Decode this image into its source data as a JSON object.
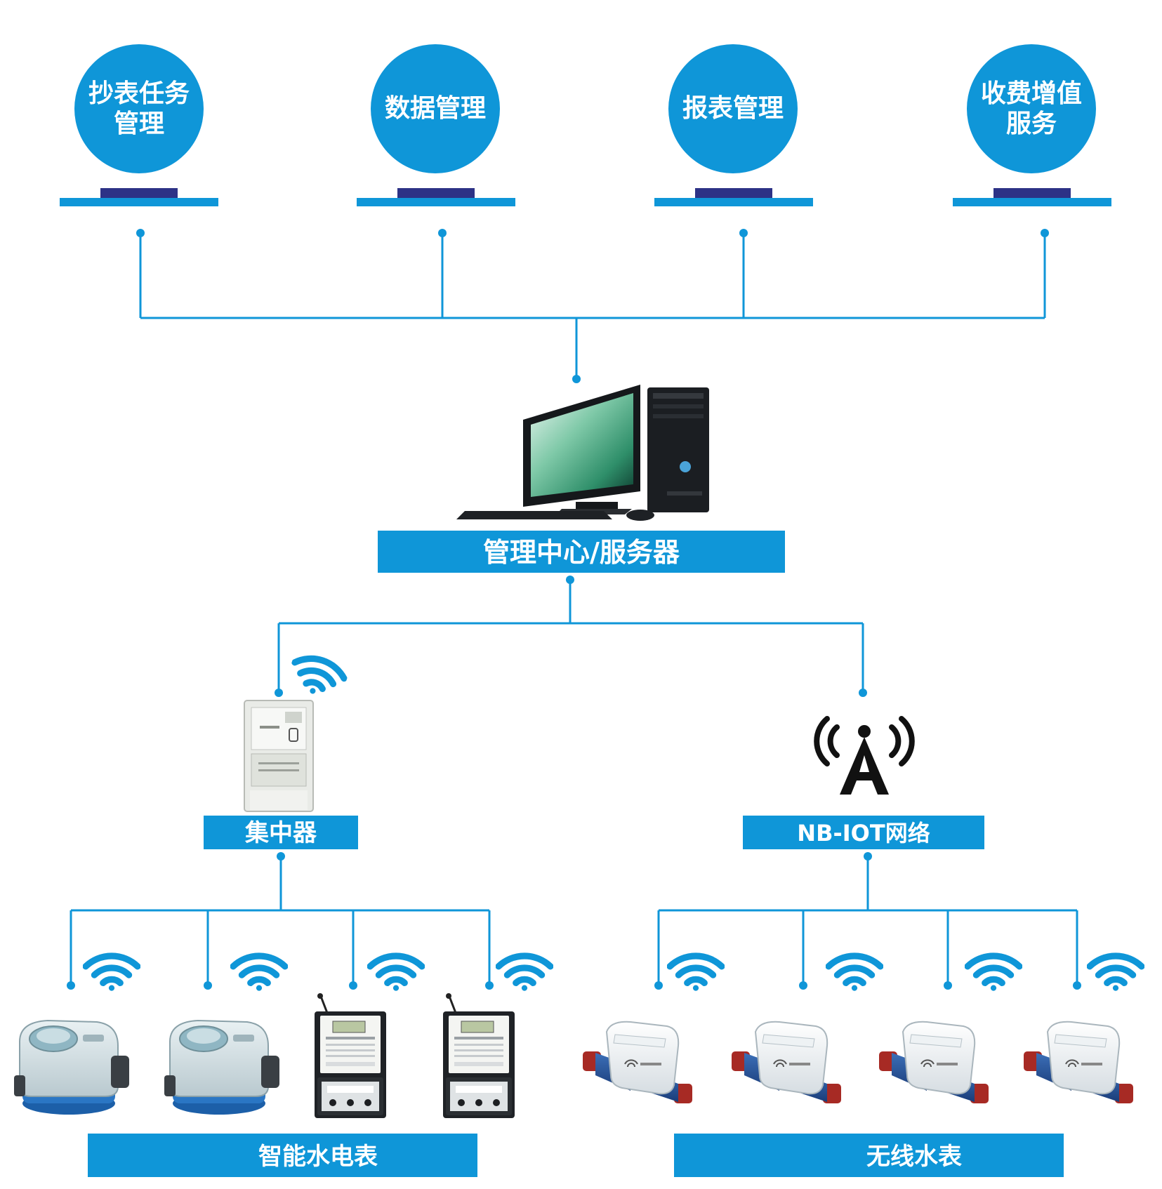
{
  "colors": {
    "blue": "#0f96d8",
    "navy": "#2d3286",
    "white": "#ffffff"
  },
  "services": [
    {
      "line1": "抄表任务",
      "line2": "管理"
    },
    {
      "line1": "数据管理",
      "line2": ""
    },
    {
      "line1": "报表管理",
      "line2": ""
    },
    {
      "line1": "收费增值",
      "line2": "服务"
    }
  ],
  "server": {
    "label": "管理中心/服务器",
    "icon": "desktop-computer-icon"
  },
  "concentrator": {
    "label": "集中器",
    "icon": "concentrator-device"
  },
  "nbiot": {
    "label": "NB-IOT网络",
    "icon": "antenna-signal-icon"
  },
  "groups": {
    "left": {
      "label": "智能水电表"
    },
    "right": {
      "label": "无线水表"
    }
  }
}
